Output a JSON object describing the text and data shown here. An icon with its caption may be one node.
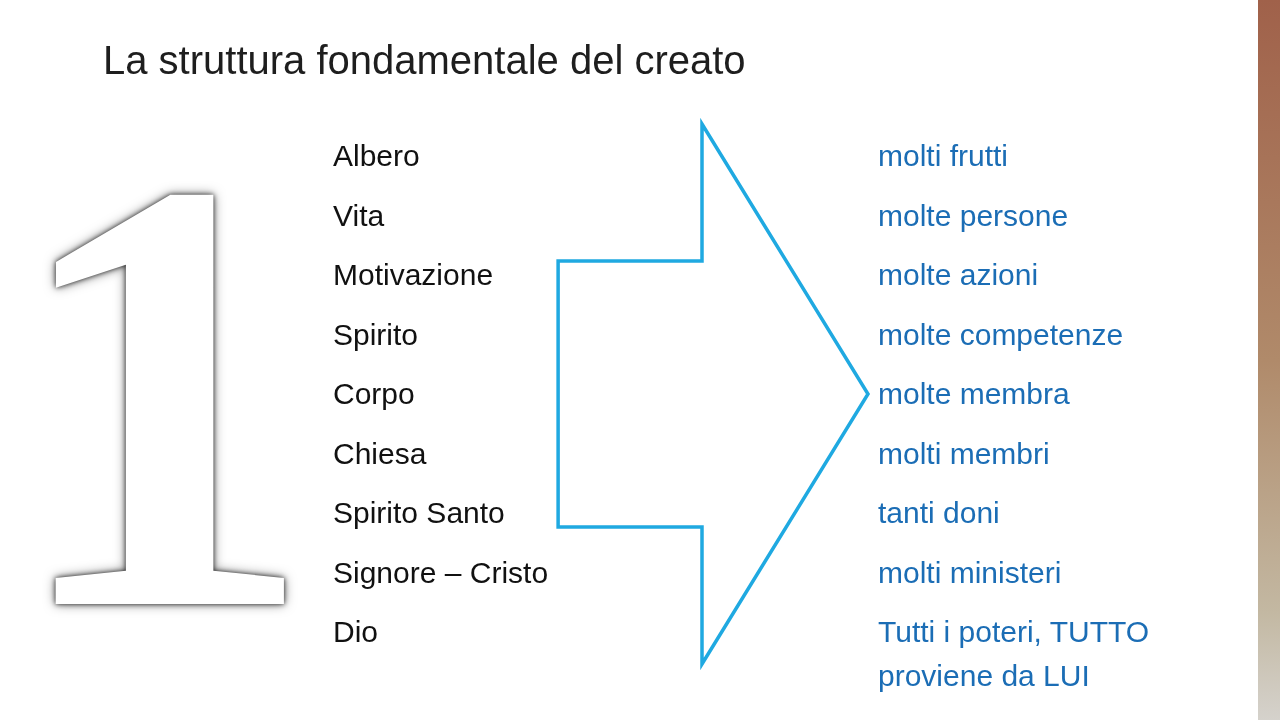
{
  "diagram": {
    "title": "La struttura fondamentale del creato",
    "nodes": [
      {
        "text": [
          "Albero",
          "Vita",
          "Motivazione",
          "Spirito",
          "Corpo",
          "Chiesa",
          "Spirito Santo",
          "Signore – Cristo",
          "Dio"
        ]
      },
      {
        "text": [
          "molti frutti",
          "molte persone",
          "molte azioni",
          "molte competenze",
          "molte membra",
          "molti membri",
          "tanti doni",
          "molti ministeri",
          "Tutti i poteri, TUTTO proviene da LUI"
        ]
      }
    ],
    "edges": [
      {
        "from": 0,
        "to": 1,
        "arrow": "to"
      }
    ],
    "labels": [
      "1"
    ]
  }
}
